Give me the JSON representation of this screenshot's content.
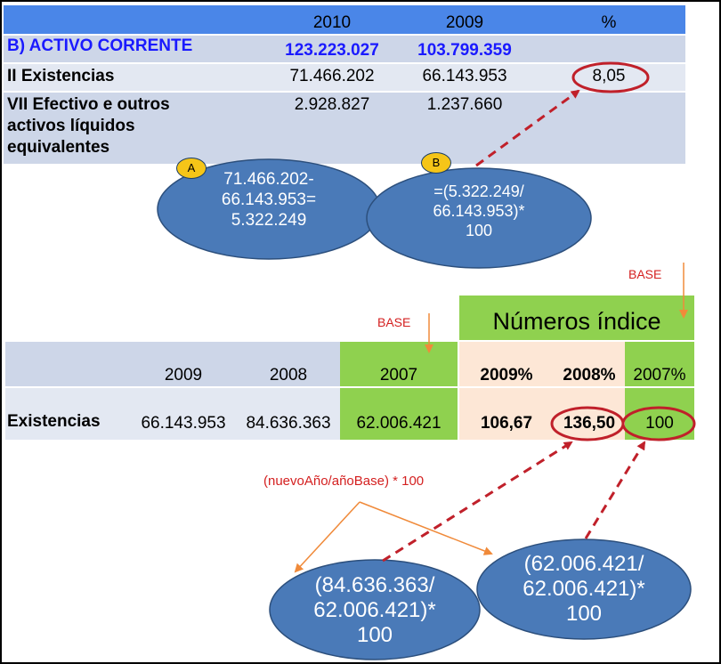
{
  "table1": {
    "headers": [
      "2010",
      "2009",
      "%"
    ],
    "rows": [
      {
        "label": "B) ACTIVO CORRENTE",
        "v2010": "123.223.027",
        "v2009": "103.799.359",
        "pct": ""
      },
      {
        "label": "II Existencias",
        "v2010": "71.466.202",
        "v2009": "66.143.953",
        "pct": "8,05"
      },
      {
        "label_lines": [
          "VII Efectivo e outros",
          "activos líquidos",
          "equivalentes"
        ],
        "v2010": "2.928.827",
        "v2009": "1.237.660",
        "pct": ""
      }
    ]
  },
  "bubbles": {
    "a": {
      "badge": "A",
      "lines": [
        "71.466.202-",
        "66.143.953=",
        "5.322.249"
      ]
    },
    "b": {
      "badge": "B",
      "lines": [
        "=(5.322.249/",
        "66.143.953)*",
        "100"
      ]
    },
    "c": {
      "lines": [
        "(84.636.363/",
        "62.006.421)*",
        "100"
      ]
    },
    "d": {
      "lines": [
        "(62.006.421/",
        "62.006.421)*",
        "100"
      ]
    }
  },
  "annotations": {
    "base_1": "BASE",
    "base_2": "BASE",
    "formula": "(nuevoAño/añoBase) * 100"
  },
  "table2": {
    "index_header": "Números índice",
    "headers": [
      "2009",
      "2008",
      "2007",
      "2009%",
      "2008%",
      "2007%"
    ],
    "row": {
      "label": "Existencias",
      "values": [
        "66.143.953",
        "84.636.363",
        "62.006.421",
        "106,67",
        "136,50",
        "100"
      ]
    }
  },
  "colors": {
    "header_blue": "#4a86e8",
    "cell_blue": "#cdd6e8",
    "cell_lightblue": "#e3e8f2",
    "green": "#8fd14f",
    "peach": "#fde7d6",
    "ellipse": "#4a7ab8",
    "red": "#d42020",
    "orange": "#f08a3a"
  }
}
